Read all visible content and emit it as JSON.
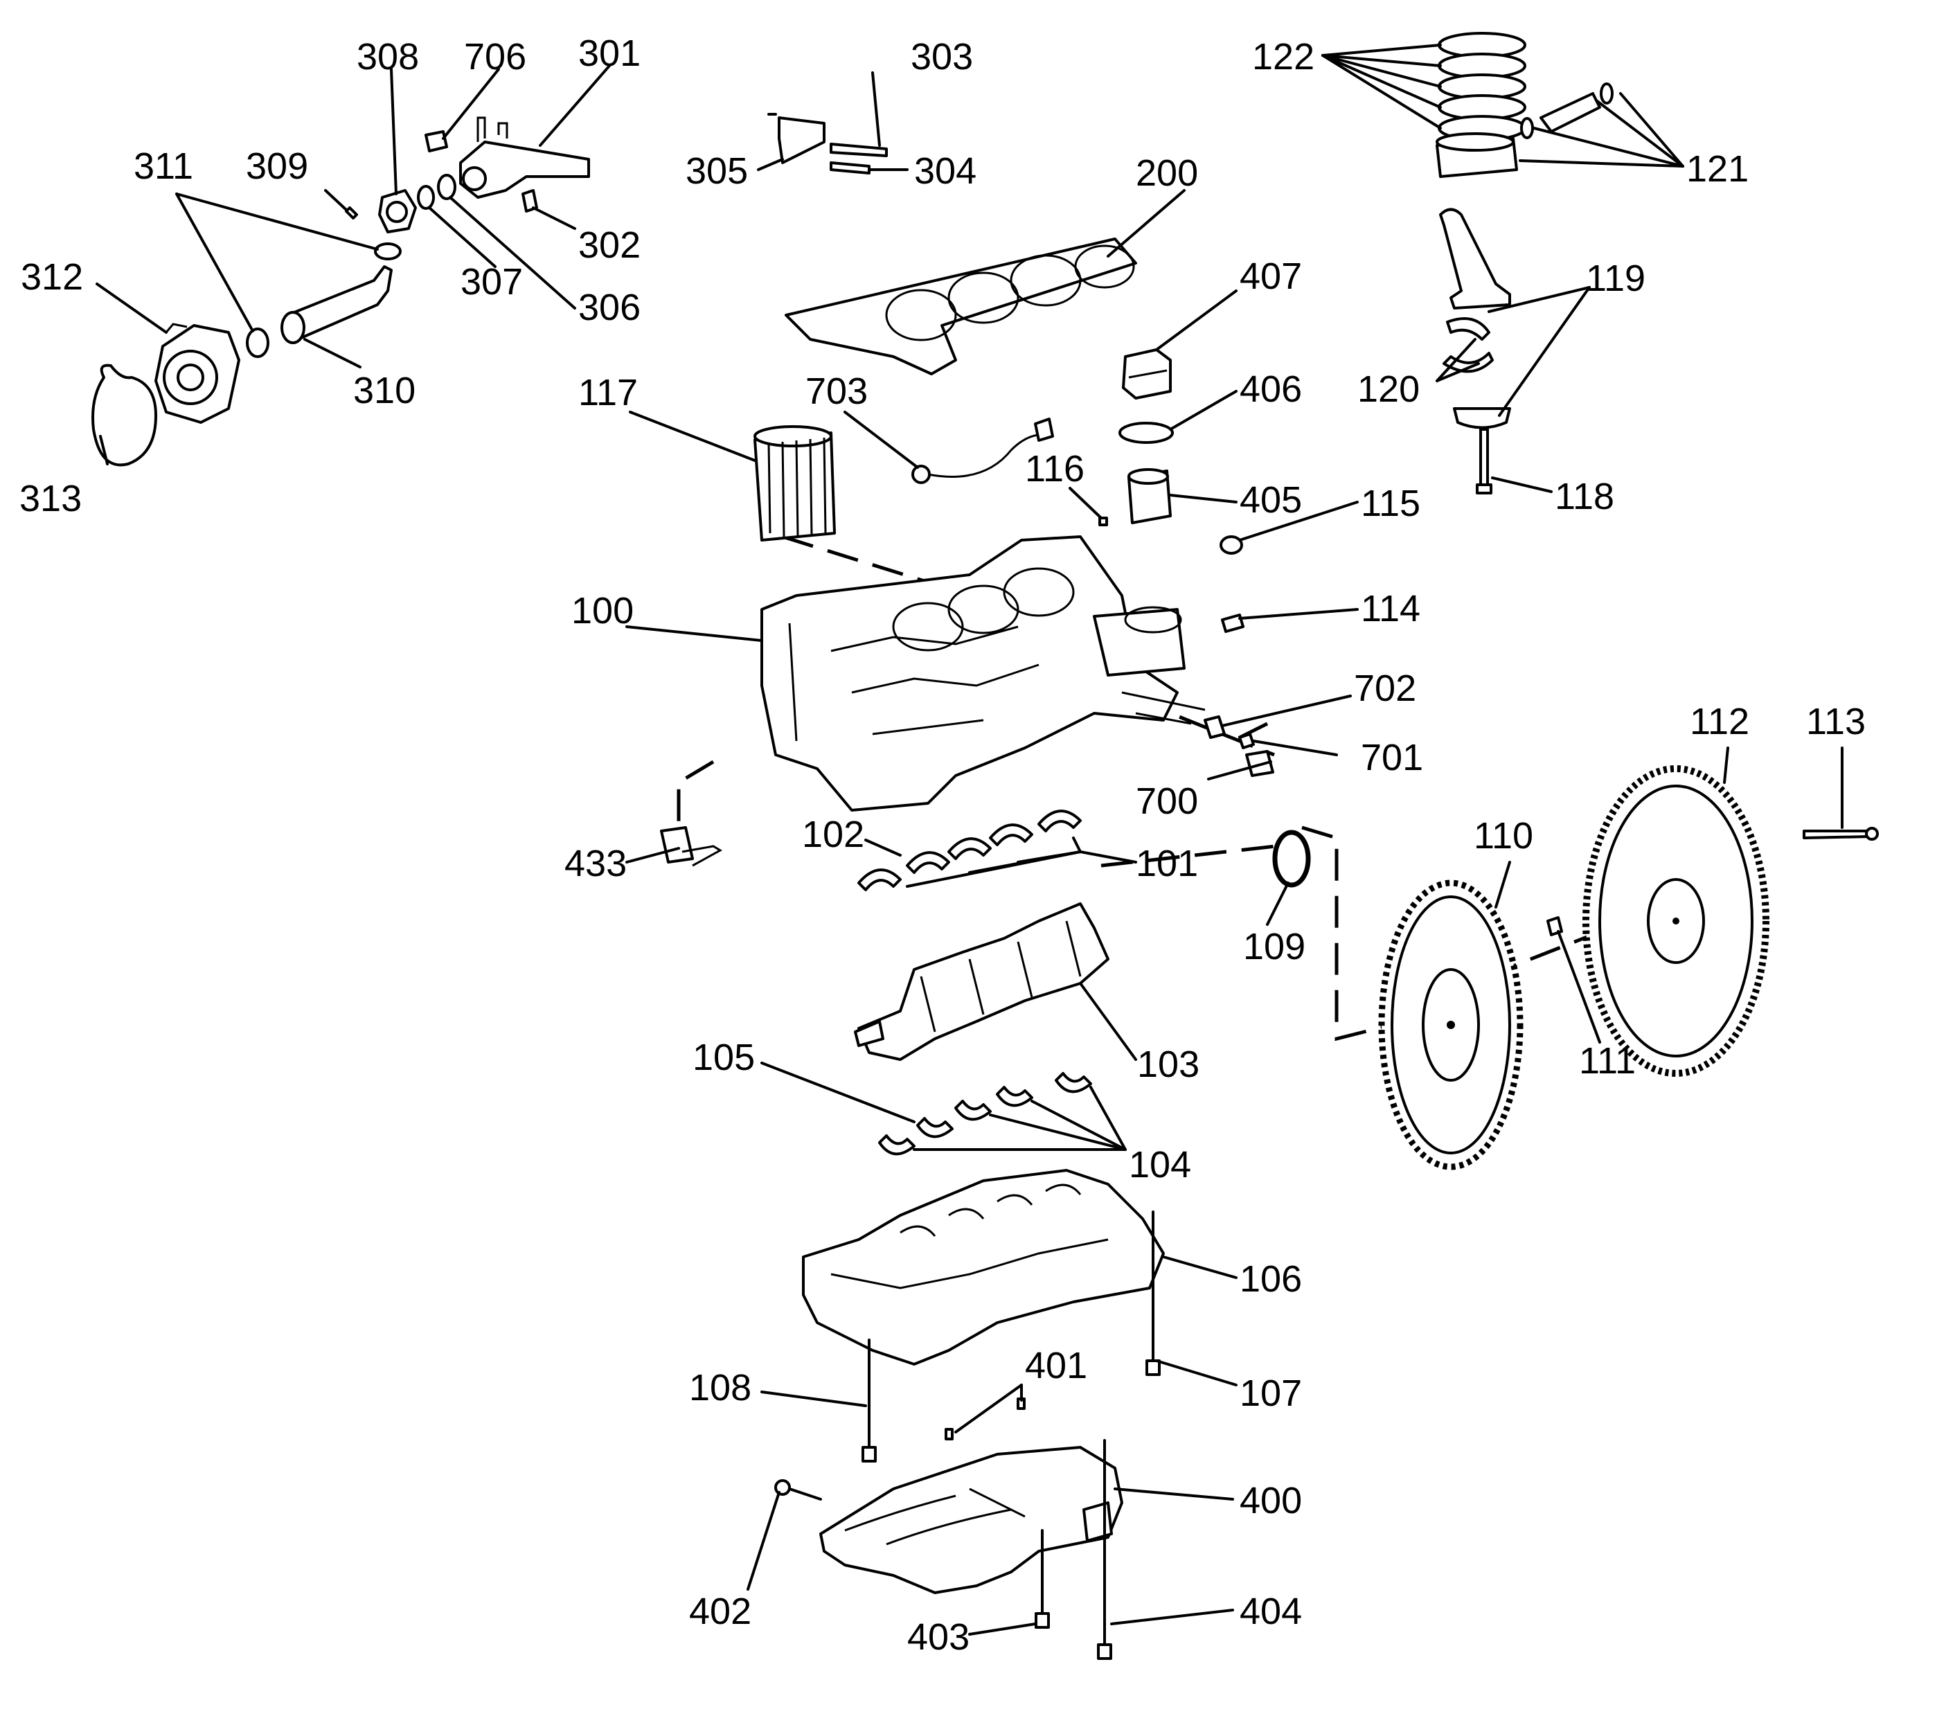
{
  "labels": {
    "p100": "100",
    "p101": "101",
    "p102": "102",
    "p103": "103",
    "p104": "104",
    "p105": "105",
    "p106": "106",
    "p107": "107",
    "p108": "108",
    "p109": "109",
    "p110": "110",
    "p111": "111",
    "p112": "112",
    "p113": "113",
    "p114": "114",
    "p115": "115",
    "p116": "116",
    "p117": "117",
    "p118": "118",
    "p119": "119",
    "p120": "120",
    "p121": "121",
    "p122": "122",
    "p200": "200",
    "p301": "301",
    "p302": "302",
    "p303": "303",
    "p304": "304",
    "p305": "305",
    "p306": "306",
    "p307": "307",
    "p308": "308",
    "p309": "309",
    "p310": "310",
    "p311": "311",
    "p312": "312",
    "p313": "313",
    "p400": "400",
    "p401": "401",
    "p402": "402",
    "p403": "403",
    "p404": "404",
    "p405": "405",
    "p406": "406",
    "p407": "407",
    "p433": "433",
    "p700": "700",
    "p701": "701",
    "p702": "702",
    "p703": "703",
    "p706": "706"
  }
}
